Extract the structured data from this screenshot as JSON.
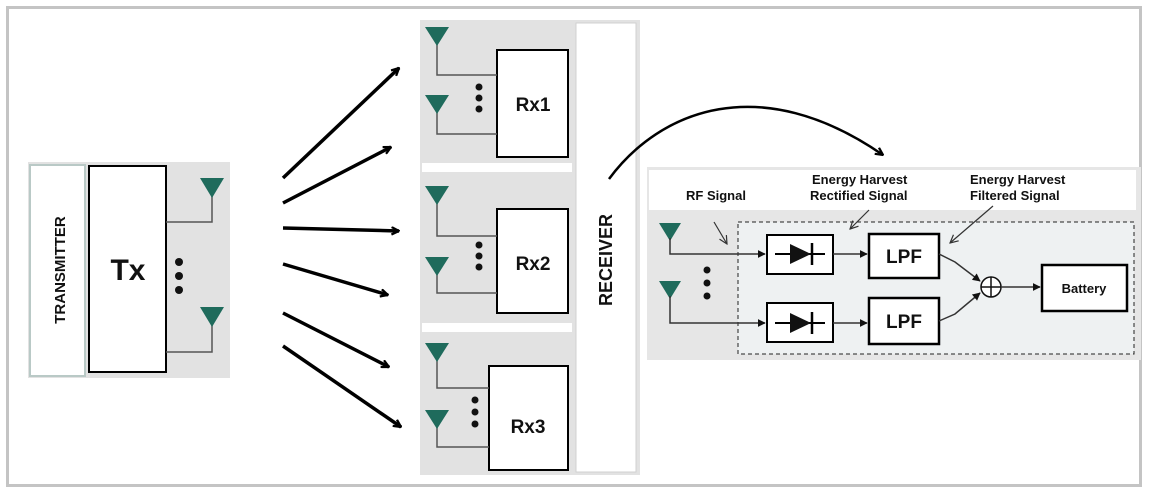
{
  "transmitter": {
    "side_label": "TRANSMITTER",
    "tx_label": "Tx"
  },
  "receivers": [
    {
      "label": "Rx1"
    },
    {
      "label": "Rx2"
    },
    {
      "label": "Rx3"
    }
  ],
  "receiver_label": "RECEIVER",
  "harvester": {
    "rf_signal_label": "RF Signal",
    "rectified_label_line1": "Energy Harvest",
    "rectified_label_line2": "Rectified Signal",
    "filtered_label_line1": "Energy Harvest",
    "filtered_label_line2": "Filtered Signal",
    "lpf_top": "LPF",
    "lpf_bottom": "LPF",
    "battery": "Battery"
  },
  "colors": {
    "panel_gray": "#e2e2e2",
    "antenna_green": "#1f6b5c",
    "frame_gray": "#c4c4c4",
    "dash_panel": "#eef1f2"
  },
  "icons": [
    "antenna-icon",
    "diode-icon",
    "summing-junction-icon",
    "arrow-icon"
  ]
}
